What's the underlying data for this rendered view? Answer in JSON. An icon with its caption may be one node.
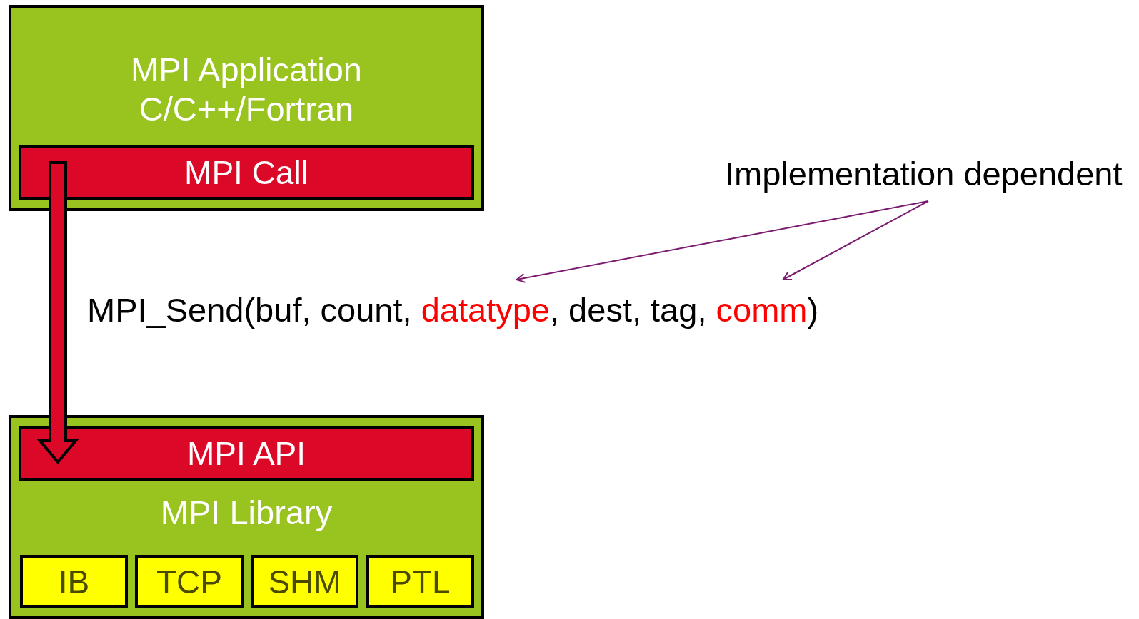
{
  "diagram": {
    "nodes": [
      {
        "text": [
          "MPI Application C/C++/Fortran"
        ]
      },
      {
        "text": [
          "MPI Call"
        ],
        "in": 0
      },
      {
        "text": [
          "MPI Library"
        ]
      },
      {
        "text": [
          "MPI API"
        ],
        "in": 2
      },
      {
        "text": [
          "IB"
        ],
        "in": 2
      },
      {
        "text": [
          "TCP"
        ],
        "in": 2
      },
      {
        "text": [
          "SHM"
        ],
        "in": 2
      },
      {
        "text": [
          "PTL"
        ],
        "in": 2
      },
      {
        "text": [
          "MPI_Send(buf, count,",
          "datatype",
          ", dest, tag,",
          "comm",
          ")"
        ]
      },
      {
        "text": [
          "Implementation dependent"
        ]
      }
    ],
    "edges": [
      {
        "from": 1,
        "to": 3,
        "arrow": "to",
        "style": "thick",
        "color": "#dc0828"
      },
      {
        "from": 9,
        "to": 8,
        "arrow": "to"
      },
      {
        "from": 9,
        "to": 8,
        "arrow": "to"
      }
    ]
  }
}
